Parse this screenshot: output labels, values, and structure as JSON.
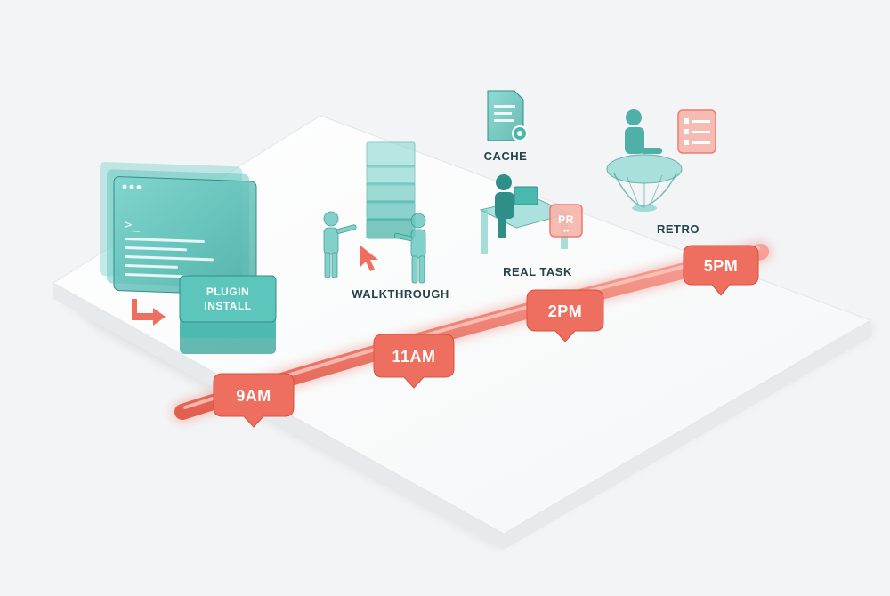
{
  "stations": [
    {
      "time": "9AM",
      "activity_line1": "PLUGIN",
      "activity_line2": "INSTALL"
    },
    {
      "time": "11AM",
      "activity": "WALKTHROUGH"
    },
    {
      "time": "2PM",
      "activity": "REAL TASK",
      "badge": "PR",
      "extra_label": "CACHE"
    },
    {
      "time": "5PM",
      "activity": "RETRO"
    }
  ],
  "colors": {
    "teal": "#49b9b0",
    "teal_dark": "#2f8f88",
    "coral": "#ee6f5f",
    "coral_dark": "#d9503f",
    "platform": "#ffffff",
    "background": "#f3f4f6",
    "text_dark": "#27424a"
  },
  "icons": [
    "terminal-window-icon",
    "arrow-icon",
    "server-stack-icon",
    "cursor-icon",
    "document-gear-icon",
    "checklist-icon",
    "pr-badge-icon",
    "person-icon",
    "round-table-icon"
  ]
}
